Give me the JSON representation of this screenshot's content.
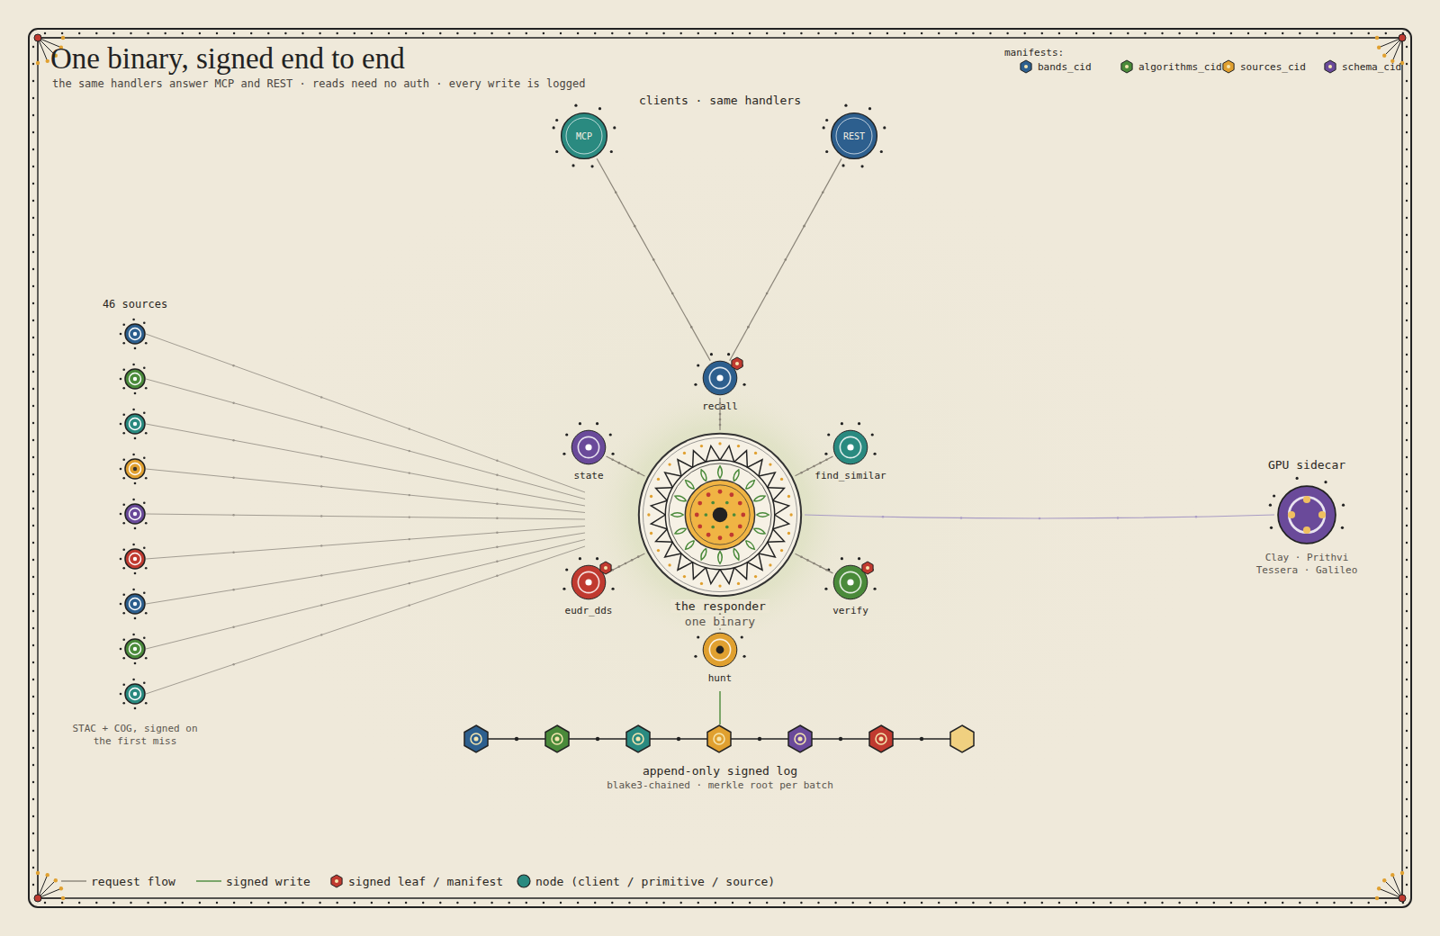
{
  "diagram": {
    "title": "One binary, signed end to end",
    "caption": "the same handlers answer MCP and REST · reads need no auth · every write is logged",
    "nodes": [
      {
        "text": [
          "MCP"
        ]
      },
      {
        "text": [
          "REST"
        ]
      },
      {
        "text": [
          "recall"
        ]
      },
      {
        "text": [
          "state"
        ]
      },
      {
        "text": [
          "find_similar"
        ]
      },
      {
        "text": [
          "the responder",
          "one binary"
        ]
      },
      {
        "text": [
          "eudr_dds"
        ]
      },
      {
        "text": [
          "verify"
        ]
      },
      {
        "text": [
          "hunt"
        ]
      },
      {
        "text": [
          "GPU sidecar",
          "Clay · Prithvi Tessera · Galileo"
        ]
      }
    ],
    "edges": [
      {
        "from": 0,
        "to": 2,
        "arrow": "none"
      },
      {
        "from": 1,
        "to": 2,
        "arrow": "none"
      },
      {
        "from": 2,
        "to": 5,
        "arrow": "none"
      },
      {
        "from": 3,
        "to": 5,
        "arrow": "none"
      },
      {
        "from": 4,
        "to": 5,
        "arrow": "none"
      },
      {
        "from": 6,
        "to": 5,
        "arrow": "none"
      },
      {
        "from": 7,
        "to": 5,
        "arrow": "none"
      },
      {
        "from": 8,
        "to": 5,
        "arrow": "none"
      },
      {
        "from": 5,
        "to": 9,
        "arrow": "none"
      }
    ],
    "labels": [
      "clients · same handlers",
      "46 sources",
      "STAC + COG, signed on the first miss",
      "append-only signed log",
      "blake3-chained · merkle root per batch",
      "manifests:"
    ],
    "legend": [
      {
        "text": "bands_cid",
        "color": "#2d5f8e"
      },
      {
        "text": "algorithms_cid",
        "color": "#4a8a3a"
      },
      {
        "text": "sources_cid",
        "color": "#e0a030"
      },
      {
        "text": "schema_cid",
        "color": "#6a4a9a"
      },
      {
        "text": "request flow"
      },
      {
        "text": "signed write"
      },
      {
        "text": "signed leaf / manifest"
      },
      {
        "text": "node (client / primitive / source)"
      }
    ]
  }
}
